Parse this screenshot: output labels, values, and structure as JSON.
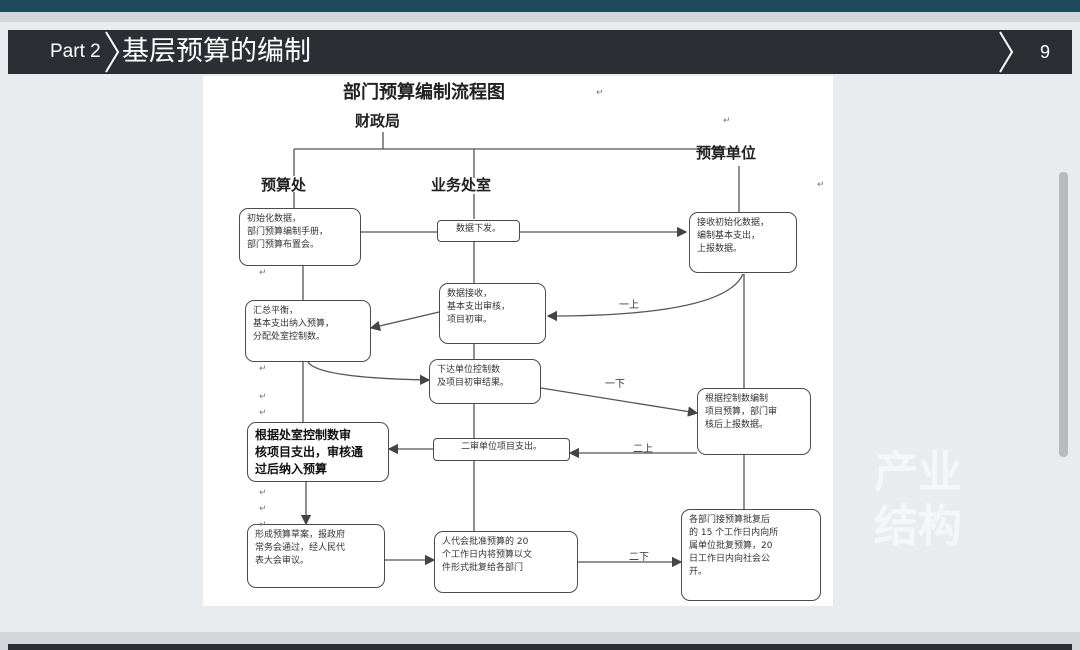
{
  "header": {
    "part_label": "Part 2",
    "title": "基层预算的编制",
    "page_number": "9"
  },
  "watermark": {
    "line1": "产业",
    "line2": "结构"
  },
  "diagram": {
    "title": "部门预算编制流程图",
    "root": "财政局",
    "col_budget_office": "预算处",
    "col_business_office": "业务处室",
    "col_budget_unit": "预算单位",
    "nodes": {
      "init": [
        "初始化数据，",
        "部门预算编制手册，",
        "部门预算布置会。"
      ],
      "data_issue": [
        "数据下发。"
      ],
      "receive_init": [
        "接收初始化数据，",
        "编制基本支出，",
        "上报数据。"
      ],
      "summary": [
        "汇总平衡，",
        "基本支出纳入预算，",
        "分配处室控制数。"
      ],
      "data_receive": [
        "数据接收，",
        "基本支出审核，",
        "项目初审。"
      ],
      "issue_control": [
        "下达单位控制数",
        "及项目初审结果。"
      ],
      "compile_project": [
        "根据控制数编制",
        "项目预算，部门审",
        "核后上报数据。"
      ],
      "review_project": [
        "根据处室控制数审",
        "核项目支出，审核通",
        "过后纳入预算"
      ],
      "second_review": [
        "二审单位项目支出。"
      ],
      "draft": [
        "形成预算草案，报政府",
        "常务会通过，经人民代",
        "表大会审议。"
      ],
      "congress": [
        "人代会批准预算的 20",
        "个工作日内将预算以文",
        "件形式批复给各部门"
      ],
      "dept_reply": [
        "各部门接预算批复后",
        "的 15 个工作日内向所",
        "属单位批复预算，20",
        "日工作日内向社会公",
        "开。"
      ]
    },
    "edge_labels": {
      "first_up": "一上",
      "first_down": "一下",
      "second_up": "二上",
      "second_down": "二下"
    }
  }
}
